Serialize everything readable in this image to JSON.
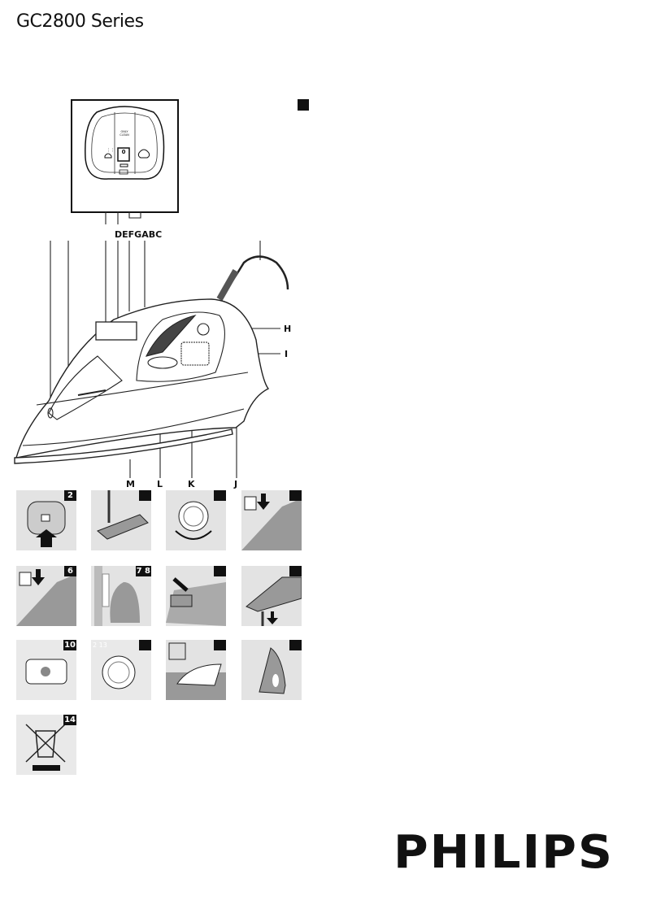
{
  "header": {
    "title": "GC2800 Series"
  },
  "figure1": {
    "callouts": {
      "top_group": "DEFGABC",
      "h": "H",
      "i": "I",
      "m": "M",
      "l": "L",
      "k": "K",
      "j": "J"
    },
    "panel_text": "ONLY CLEAN",
    "panel_button": "0"
  },
  "steps": [
    {
      "badge": "2",
      "icon": "calc-clean-button"
    },
    {
      "badge": "",
      "icon": "filling-water"
    },
    {
      "badge": "",
      "icon": "steam-dial-rotate"
    },
    {
      "badge": "",
      "icon": "spray-button-press"
    },
    {
      "badge": "6",
      "icon": "shot-of-steam-button"
    },
    {
      "badge": "7 8",
      "icon": "vertical-steam"
    },
    {
      "badge": "",
      "icon": "button-press"
    },
    {
      "badge": "",
      "icon": "unplug-iron"
    },
    {
      "badge": "10",
      "icon": "cartridge"
    },
    {
      "badge": "",
      "icon": "steam-dial",
      "faint_text": "2 13"
    },
    {
      "badge": "",
      "icon": "calc-clean-shake"
    },
    {
      "badge": "",
      "icon": "iron-on-heel"
    },
    {
      "badge": "14",
      "icon": "weee-recycling"
    }
  ],
  "footer": {
    "brand": "PHILIPS"
  }
}
